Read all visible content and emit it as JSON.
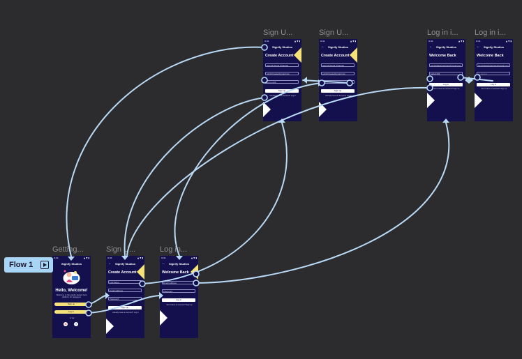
{
  "flow": {
    "label": "Flow 1"
  },
  "frames": [
    {
      "id": "signup-filled",
      "title": "Sign U...",
      "brand": "Signify Studios",
      "heading": "Create Account",
      "fields": [
        "Samhit Mosai Chauhan",
        "samhit.bade@gmail.com",
        "••••••••123"
      ],
      "button": "Sign up",
      "footer": "Already have an account? Log in"
    },
    {
      "id": "signup-filled-2",
      "title": "Sign U...",
      "brand": "Signify Studios",
      "heading": "Create Account",
      "fields": [
        "Samhit Mosai Chauhan",
        "samhit.bade@gmail.com",
        "• • • • • • •"
      ],
      "button": "Sign up",
      "footer": "Already have an account? Log in"
    },
    {
      "id": "login-filled",
      "title": "Log in i...",
      "brand": "Signify Studios",
      "heading": "Welcome Back",
      "fields": [
        "samhitbadechauhan@gmail.com",
        "bade1234"
      ],
      "button": "Log in",
      "footer": "Don't have an account? Sign up"
    },
    {
      "id": "login-filled-2",
      "title": "Log in i...",
      "brand": "Signify Studios",
      "heading": "Welcome Back",
      "fields": [
        "samhitbadechauhan@gmail.com",
        "• • • • • • •"
      ],
      "button": "Log in",
      "footer": "Don't have an account? Sign up"
    },
    {
      "id": "getting-started",
      "title": "Getting...",
      "brand": "Signify Studios",
      "heading": "Hello, Welcome!",
      "description": "Welcome to the signify studios best platform for designers",
      "signup_button": "Sign up",
      "login_button": "Log in",
      "or_text": "or via"
    },
    {
      "id": "signup-empty",
      "title": "Sign U...",
      "brand": "Signify Studios",
      "heading": "Create Account",
      "fields": [
        "Full Name",
        "Email address",
        "Password"
      ],
      "button": "Sign up",
      "footer": "Already have an account? Log in"
    },
    {
      "id": "login-empty",
      "title": "Log in...",
      "brand": "Signify Studios",
      "heading": "Welcome Back",
      "fields": [
        "Email address",
        "Password"
      ],
      "button": "Log in",
      "footer": "Don't have an account? Sign up"
    }
  ],
  "status_bar": {
    "time": "9:41",
    "signal": "▲ ▼ ▮"
  },
  "colors": {
    "canvas": "#2c2c2e",
    "phone": "#14104d",
    "accent": "#f5e37a",
    "link": "#b9d9f5"
  }
}
